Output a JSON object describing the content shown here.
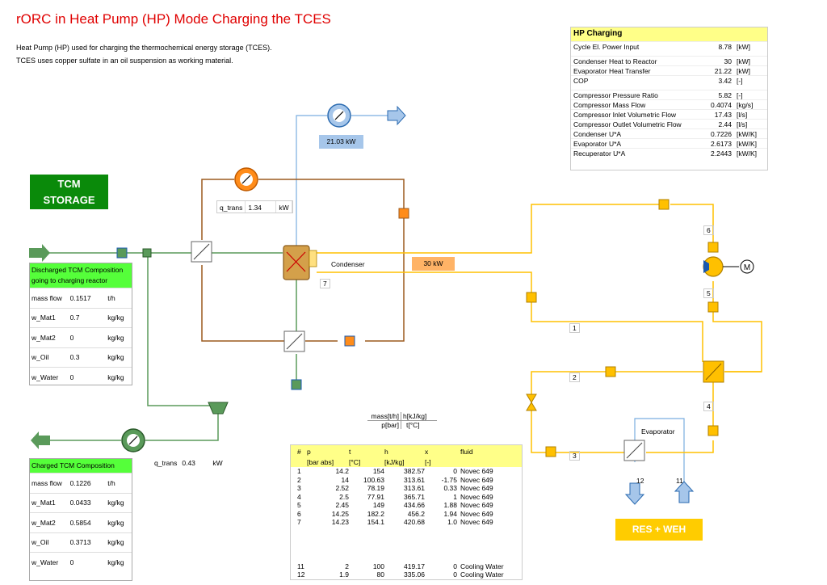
{
  "header": {
    "title": "rORC in Heat Pump (HP) Mode Charging the TCES",
    "desc1": "Heat Pump (HP) used for charging the thermochemical energy storage (TCES).",
    "desc2": "TCES uses copper sulfate in an oil suspension as working material."
  },
  "tcm_storage": {
    "line1": "TCM",
    "line2": "STORAGE"
  },
  "discharged": {
    "head": "Discharged TCM Composition going to charging reactor",
    "rows": [
      {
        "name": "mass flow",
        "value": "0.1517",
        "unit": "t/h"
      },
      {
        "name": "w_Mat1",
        "value": "0.7",
        "unit": "kg/kg"
      },
      {
        "name": "w_Mat2",
        "value": "0",
        "unit": "kg/kg"
      },
      {
        "name": "w_Oil",
        "value": "0.3",
        "unit": "kg/kg"
      },
      {
        "name": "w_Water",
        "value": "0",
        "unit": "kg/kg"
      }
    ]
  },
  "charged": {
    "head": "Charged TCM Composition",
    "rows": [
      {
        "name": "mass flow",
        "value": "0.1226",
        "unit": "t/h"
      },
      {
        "name": "w_Mat1",
        "value": "0.0433",
        "unit": "kg/kg"
      },
      {
        "name": "w_Mat2",
        "value": "0.5854",
        "unit": "kg/kg"
      },
      {
        "name": "w_Oil",
        "value": "0.3713",
        "unit": "kg/kg"
      },
      {
        "name": "w_Water",
        "value": "0",
        "unit": "kg/kg"
      }
    ]
  },
  "hp": {
    "head": "HP Charging",
    "group1": [
      {
        "name": "Cycle El. Power Input",
        "value": "8.78",
        "unit": "[kW]"
      }
    ],
    "group2": [
      {
        "name": "Condenser Heat to Reactor",
        "value": "30",
        "unit": "[kW]"
      },
      {
        "name": "Evaporator Heat Transfer",
        "value": "21.22",
        "unit": "[kW]"
      },
      {
        "name": "COP",
        "value": "3.42",
        "unit": "[-]"
      }
    ],
    "group3": [
      {
        "name": "Compressor Pressure Ratio",
        "value": "5.82",
        "unit": "[-]"
      },
      {
        "name": "Compressor Mass Flow",
        "value": "0.4074",
        "unit": "[kg/s]"
      },
      {
        "name": "Compressor Inlet Volumetric Flow",
        "value": "17.43",
        "unit": "[l/s]"
      },
      {
        "name": "Compressor Outlet Volumetric Flow",
        "value": "2.44",
        "unit": "[l/s]"
      },
      {
        "name": "Condenser U*A",
        "value": "0.7226",
        "unit": "[kW/K]"
      },
      {
        "name": "Evaporator U*A",
        "value": "2.6173",
        "unit": "[kW/K]"
      },
      {
        "name": "Recuperator U*A",
        "value": "2.2443",
        "unit": "[kW/K]"
      }
    ]
  },
  "state": {
    "headers": {
      "no": "#",
      "p": "p",
      "t": "t",
      "h": "h",
      "x": "x",
      "fluid": "fluid"
    },
    "units": {
      "p": "[bar abs]",
      "t": "[°C]",
      "h": "[kJ/kg]",
      "x": "[-]"
    },
    "rows": [
      {
        "no": "1",
        "p": "14.2",
        "t": "154",
        "h": "382.57",
        "x": "0",
        "fluid": "Novec 649"
      },
      {
        "no": "2",
        "p": "14",
        "t": "100.63",
        "h": "313.61",
        "x": "-1.75",
        "fluid": "Novec 649"
      },
      {
        "no": "3",
        "p": "2.52",
        "t": "78.19",
        "h": "313.61",
        "x": "0.33",
        "fluid": "Novec 649"
      },
      {
        "no": "4",
        "p": "2.5",
        "t": "77.91",
        "h": "365.71",
        "x": "1",
        "fluid": "Novec 649"
      },
      {
        "no": "5",
        "p": "2.45",
        "t": "149",
        "h": "434.66",
        "x": "1.88",
        "fluid": "Novec 649"
      },
      {
        "no": "6",
        "p": "14.25",
        "t": "182.2",
        "h": "456.2",
        "x": "1.94",
        "fluid": "Novec 649"
      },
      {
        "no": "7",
        "p": "14.23",
        "t": "154.1",
        "h": "420.68",
        "x": "1.0",
        "fluid": "Novec 649"
      }
    ],
    "rows2": [
      {
        "no": "11",
        "p": "2",
        "t": "100",
        "h": "419.17",
        "x": "0",
        "fluid": "Cooling Water"
      },
      {
        "no": "12",
        "p": "1.9",
        "t": "80",
        "h": "335.06",
        "x": "0",
        "fluid": "Cooling Water"
      }
    ]
  },
  "legend": {
    "top_left": "mass[t/h]",
    "top_right": "h[kJ/kg]",
    "bottom_left": "p[bar]",
    "bottom_right": "t[°C]"
  },
  "labels": {
    "q_trans_top_label": "q_trans",
    "q_trans_top_value": "1.34",
    "q_trans_top_unit": "kW",
    "q_trans_bottom_label": "q_trans",
    "q_trans_bottom_value": "0.43",
    "q_trans_bottom_unit": "kW",
    "cooling_kw": "21.03 kW",
    "condenser": "Condenser",
    "condenser_kw": "30 kW",
    "evaporator": "Evaporator",
    "res_weh": "RES + WEH",
    "n1": "1",
    "n2": "2",
    "n3": "3",
    "n4": "4",
    "n5": "5",
    "n6": "6",
    "n7": "7",
    "n11": "11",
    "n12": "12",
    "motor": "M"
  },
  "colors": {
    "tcm": "#5a9a5a",
    "orc": "#ffc000",
    "oil": "#9c5a1e",
    "water": "#7aaee0",
    "title": "#e00000"
  }
}
